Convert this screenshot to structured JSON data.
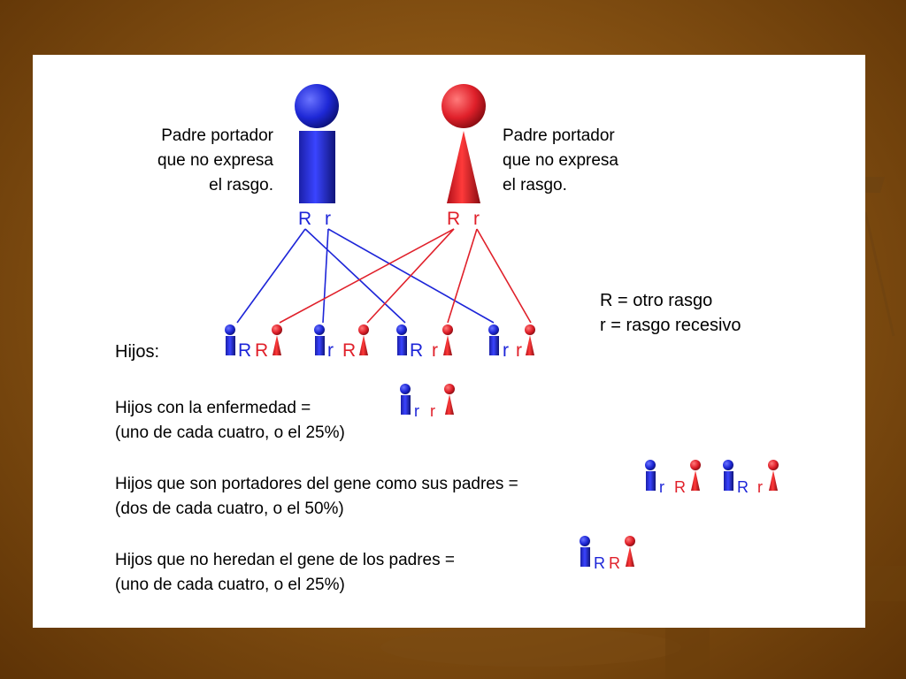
{
  "father_label": [
    "Padre portador",
    "que no expresa",
    "el rasgo."
  ],
  "mother_label": [
    "Padre portador",
    "que no expresa",
    "el rasgo."
  ],
  "father_alleles": [
    "R",
    "r"
  ],
  "mother_alleles": [
    "R",
    "r"
  ],
  "legend": [
    "R = otro rasgo",
    "r  = rasgo recesivo"
  ],
  "children_label": "Hijos:",
  "children": [
    {
      "blue": "R",
      "red": "R"
    },
    {
      "blue": "r",
      "red": "R"
    },
    {
      "blue": "R",
      "red": "r"
    },
    {
      "blue": "r",
      "red": "r"
    }
  ],
  "sections": [
    {
      "line1": "Hijos con la enfermedad =",
      "line2": "(uno de cada cuatro, o el 25%)",
      "pairs": [
        {
          "blue": "r",
          "red": "r"
        }
      ]
    },
    {
      "line1": "Hijos que son portadores del gene como sus padres =",
      "line2": "(dos de cada cuatro, o el 50%)",
      "pairs": [
        {
          "blue": "r",
          "red": "R"
        },
        {
          "blue": "R",
          "red": "r"
        }
      ]
    },
    {
      "line1": "Hijos que no heredan el gene de los padres =",
      "line2": "(uno de cada cuatro, o el 25%)",
      "pairs": [
        {
          "blue": "R",
          "red": "R"
        }
      ]
    }
  ],
  "colors": {
    "blue": "#1d25d8",
    "red": "#e0202a",
    "background": "#8a5514",
    "panel": "#ffffff"
  }
}
